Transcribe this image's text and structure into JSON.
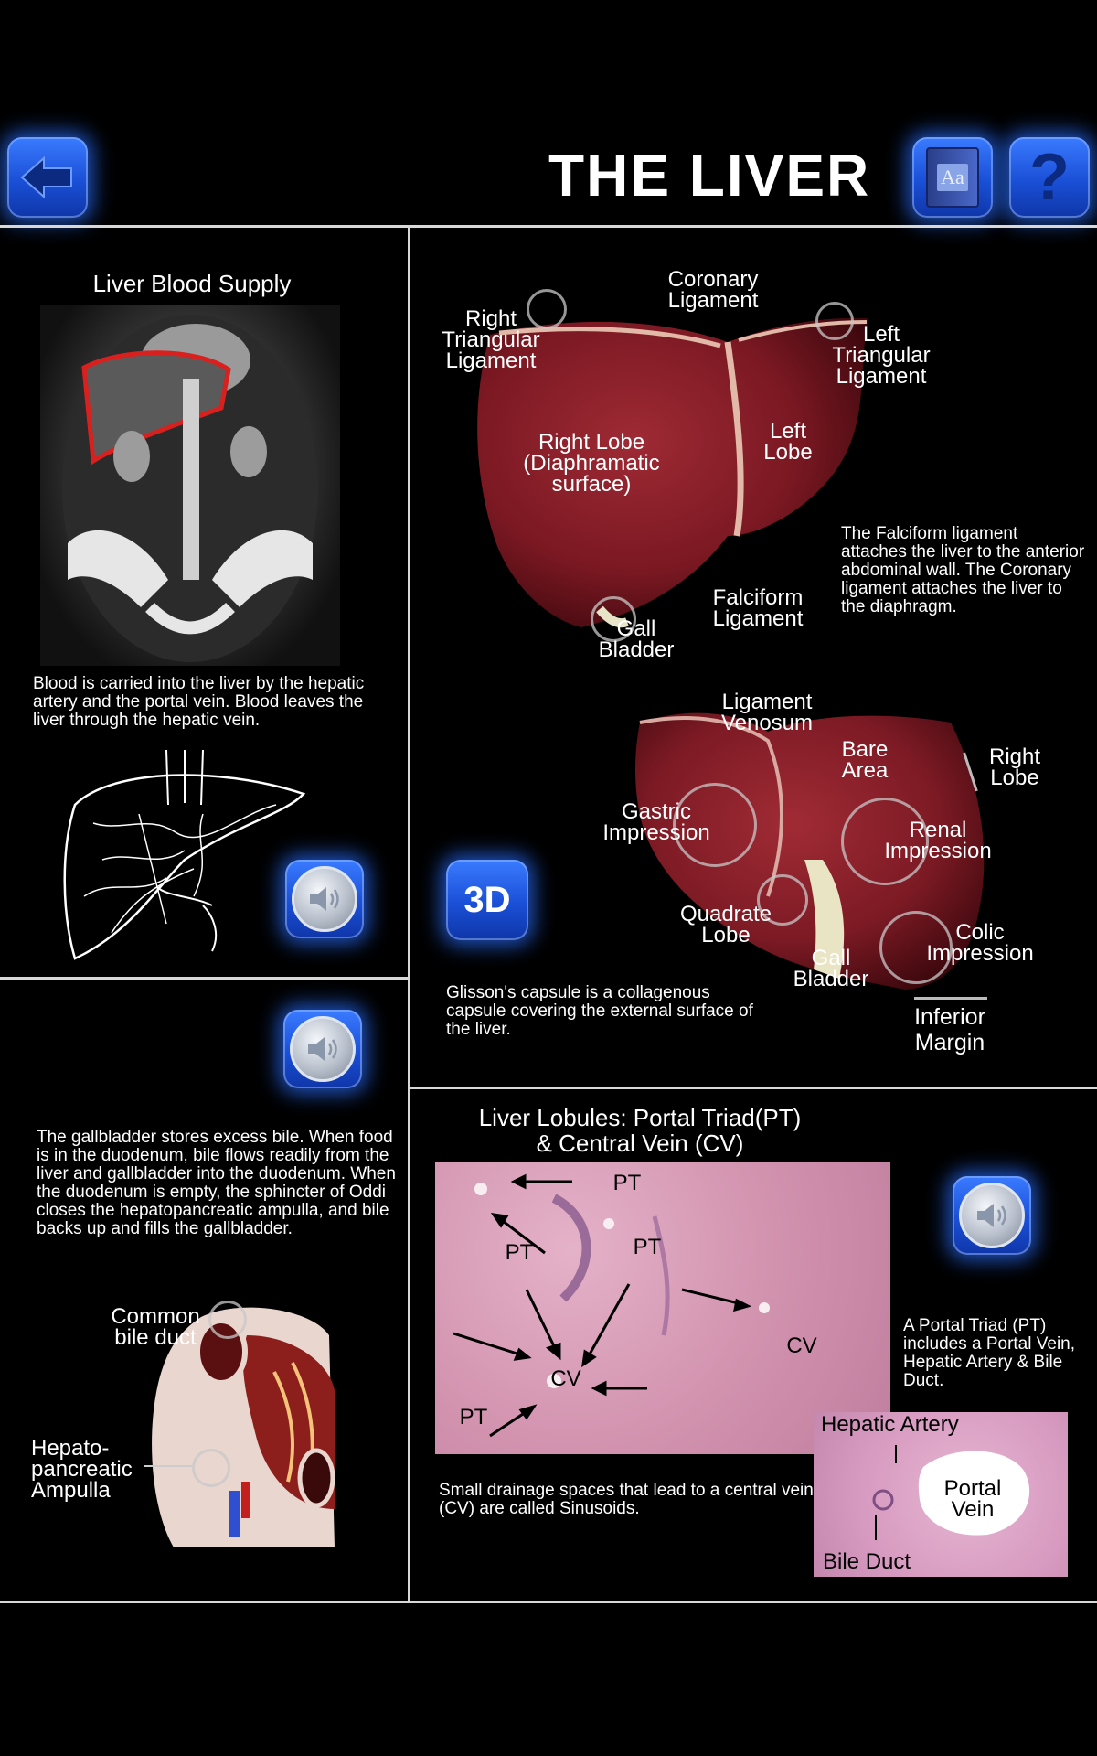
{
  "header": {
    "title": "THE LIVER",
    "back_icon": "arrow-left-icon",
    "glossary_icon": "book-icon",
    "glossary_text": "Aa",
    "help_icon": "question-icon",
    "help_text": "?"
  },
  "blood_supply": {
    "heading": "Liver Blood Supply",
    "description": "Blood is carried into the liver by the hepatic artery and the portal vein. Blood leaves the liver through the hepatic vein."
  },
  "anterior_view": {
    "labels": {
      "coronary": "Coronary\nLigament",
      "right_triangular": "Right\nTriangular\nLigament",
      "left_triangular": "Left\nTriangular\nLigament",
      "right_lobe": "Right Lobe\n(Diaphramatic\nsurface)",
      "left_lobe": "Left\nLobe",
      "falciform": "Falciform\nLigament",
      "gall_bladder": "Gall\nBladder"
    },
    "description": "The Falciform ligament attaches the liver to the anterior abdominal wall. The Coronary ligament attaches the liver to the diaphragm."
  },
  "posterior_view": {
    "button_3d": "3D",
    "labels": {
      "ligament_venosum": "Ligament\nVenosum",
      "bare_area": "Bare\nArea",
      "right_lobe": "Right\nLobe",
      "gastric": "Gastric\nImpression",
      "renal": "Renal\nImpression",
      "quadrate": "Quadrate\nLobe",
      "colic": "Colic\nImpression",
      "gall_bladder": "Gall\nBladder",
      "inferior_margin": "Inferior\nMargin"
    },
    "description": "Glisson's capsule is a collagenous capsule covering the external surface of the liver."
  },
  "gallbladder": {
    "description": "The gallbladder stores excess bile. When food is in the duodenum, bile flows readily from the liver and gallbladder into the duodenum. When the duodenum is empty, the sphincter of Oddi closes the hepatopancreatic ampulla, and bile backs up and fills the gallbladder.",
    "labels": {
      "common_bile_duct": "Common\nbile duct",
      "hepatopancreatic": "Hepato-\npancreatic\nAmpulla"
    }
  },
  "lobules": {
    "heading": "Liver Lobules: Portal Triad(PT)\n& Central Vein (CV)",
    "labels": {
      "pt": "PT",
      "cv": "CV"
    },
    "triad_description": "A Portal Triad (PT) includes a Portal Vein, Hepatic Artery & Bile Duct.",
    "sinusoid_description": "Small drainage spaces that lead to a central vein (CV) are called Sinusoids.",
    "inset": {
      "hepatic_artery": "Hepatic Artery",
      "portal_vein": "Portal\nVein",
      "bile_duct": "Bile Duct"
    }
  },
  "audio": {
    "icon": "speaker-icon"
  }
}
